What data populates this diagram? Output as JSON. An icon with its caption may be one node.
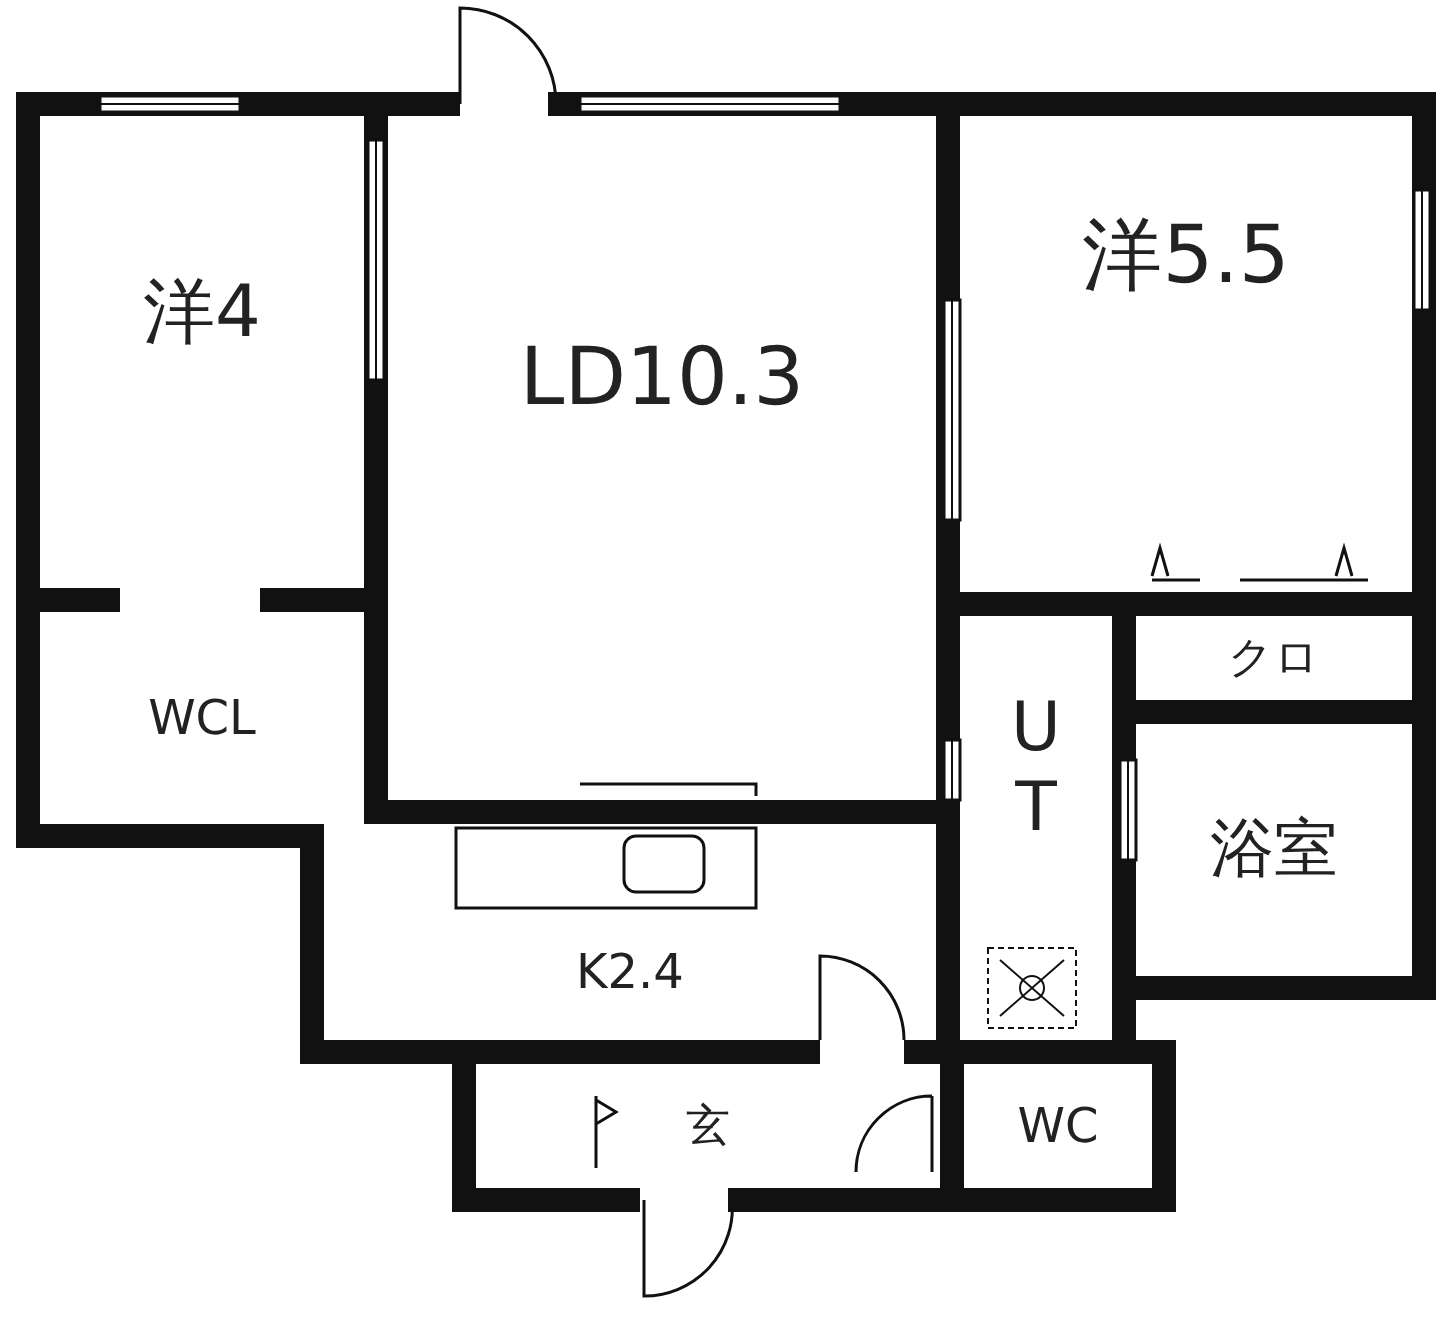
{
  "diagram": {
    "nodes": [
      {
        "text": [
          "洋4"
        ]
      },
      {
        "text": [
          "LD10.3"
        ]
      },
      {
        "text": [
          "洋5.5"
        ]
      },
      {
        "text": [
          "WCL"
        ]
      },
      {
        "text": [
          "クロ"
        ]
      },
      {
        "text": [
          "UT"
        ]
      },
      {
        "text": [
          "浴室"
        ]
      },
      {
        "text": [
          "K2.4"
        ]
      },
      {
        "text": [
          "玄"
        ]
      },
      {
        "text": [
          "WC"
        ]
      }
    ]
  }
}
